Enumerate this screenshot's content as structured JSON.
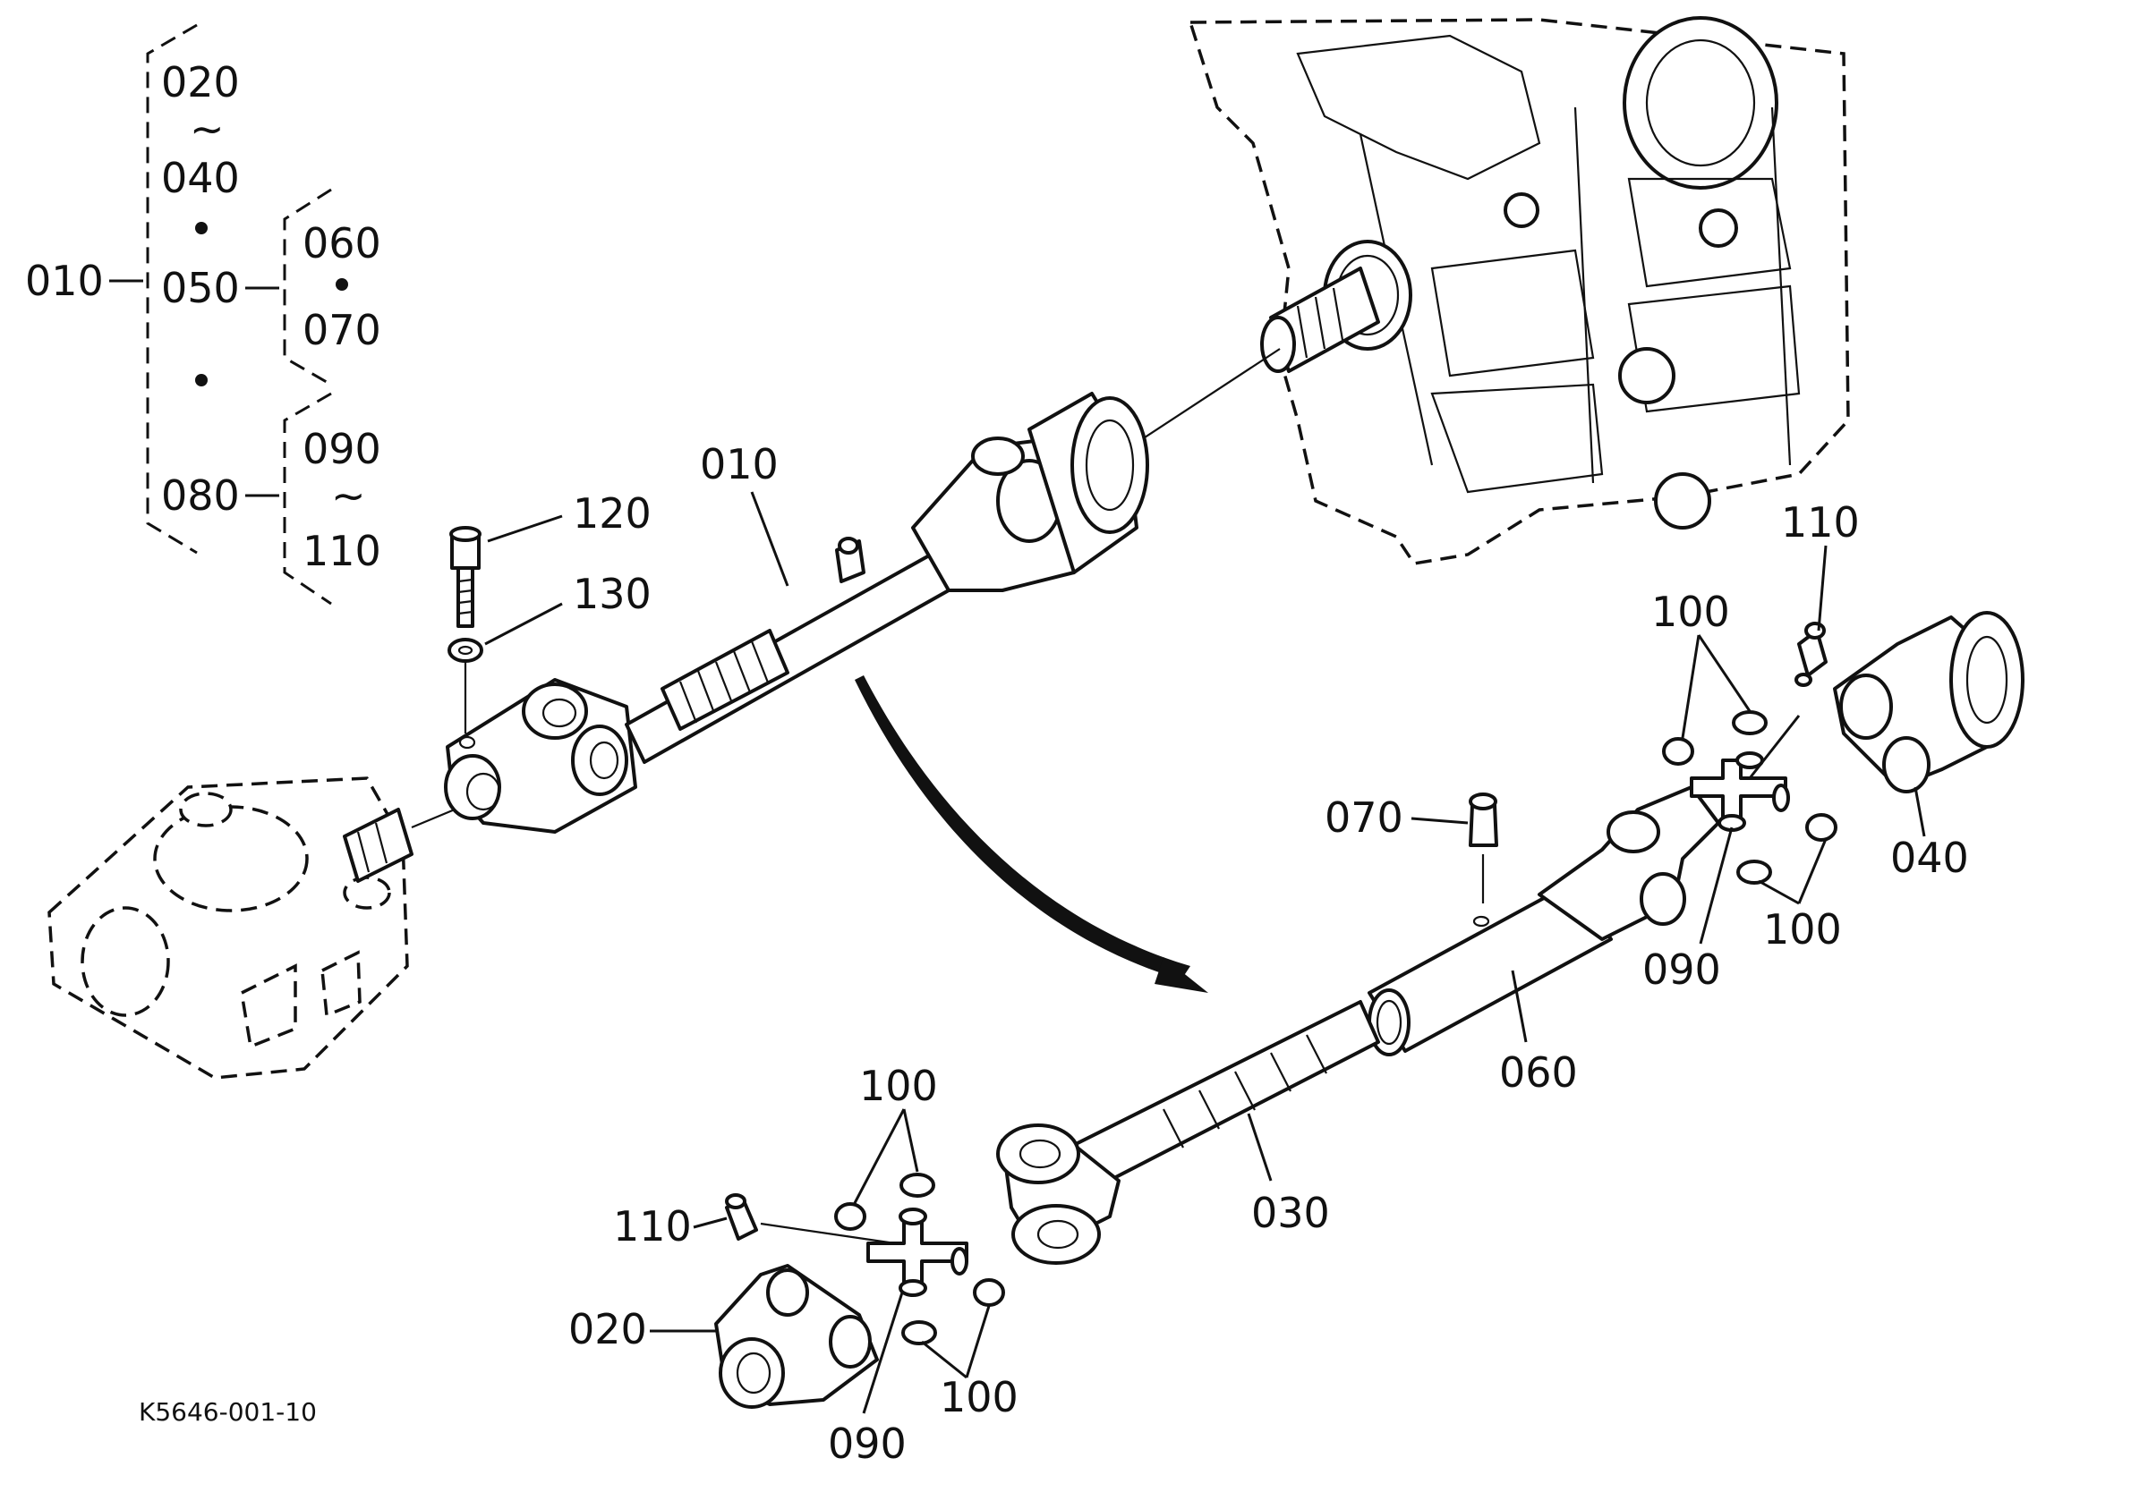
{
  "diagram": {
    "drawing_code": "K5646-001-10",
    "hierarchy": {
      "root": "010",
      "group_a": {
        "top": "020",
        "tilde": "~",
        "bottom": "040"
      },
      "group_b": {
        "parent": "050",
        "top": "060",
        "bottom": "070"
      },
      "group_c": {
        "parent": "080",
        "top": "090",
        "tilde": "~",
        "bottom": "110"
      }
    },
    "callouts": {
      "shaft_assembly": "010",
      "bolt": "120",
      "washer": "130",
      "grease_fitting_right": "110",
      "snap_rings_right_top": "100",
      "snap_rings_right_bottom": "100",
      "cross_right": "090",
      "yoke_right": "040",
      "grease_fitting_mid": "070",
      "outer_shaft": "060",
      "inner_shaft": "030",
      "snap_rings_left_top": "100",
      "grease_fitting_left": "110",
      "yoke_left": "020",
      "cross_left": "090",
      "snap_rings_left_bottom": "100"
    }
  }
}
